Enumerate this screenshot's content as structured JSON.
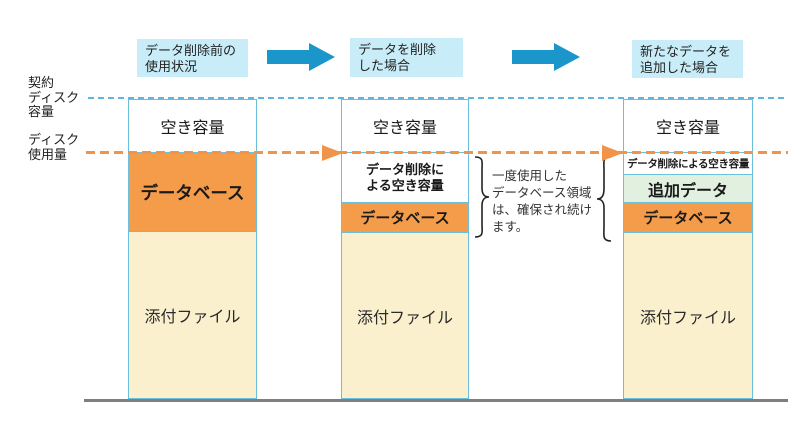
{
  "colors": {
    "header-bg": "#c9edf8",
    "arrow": "#1b96cb",
    "cap-line": "#5fb5df",
    "use-line": "#f0944c",
    "border": "#6bc0de",
    "db": "#f59c4b",
    "files": "#faf0cd",
    "added": "#e1f0df"
  },
  "left_labels": {
    "contract_capacity": "契約\nディスク\n容量",
    "disk_usage": "ディスク\n使用量"
  },
  "steps": [
    {
      "title": "データ削除前の\n使用状況"
    },
    {
      "title": "データを削除\nした場合"
    },
    {
      "title": "新たなデータを\n追加した場合"
    }
  ],
  "bars": [
    {
      "segments": {
        "free": "空き容量",
        "database": "データベース",
        "files": "添付ファイル"
      }
    },
    {
      "segments": {
        "free": "空き容量",
        "freed": "データ削除に\nよる空き容量",
        "database": "データベース",
        "files": "添付ファイル"
      }
    },
    {
      "segments": {
        "free": "空き容量",
        "freed": "データ削除による空き容量",
        "added": "追加データ",
        "database": "データベース",
        "files": "添付ファイル"
      }
    }
  ],
  "note": "一度使用した\nデータベース領域\nは、確保され続け\nます。"
}
